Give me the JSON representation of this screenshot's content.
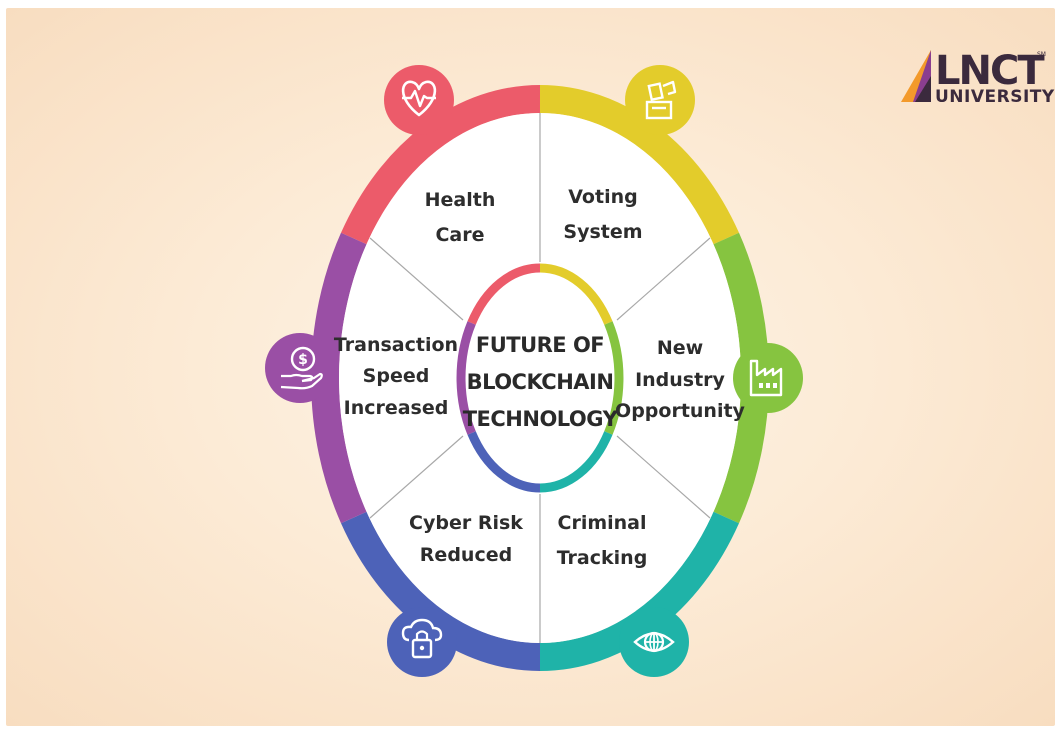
{
  "center": {
    "lines": [
      "FUTURE OF",
      "BLOCKCHAIN",
      "TECHNOLOGY"
    ]
  },
  "segments": [
    {
      "lines": [
        "Health",
        "Care"
      ],
      "color": "#ec5b6a",
      "icon": "heart-pulse-icon"
    },
    {
      "lines": [
        "Voting",
        "System"
      ],
      "color": "#e3cc2b",
      "icon": "ballot-box-icon"
    },
    {
      "lines": [
        "New",
        "Industry",
        "Opportunity"
      ],
      "color": "#86c440",
      "icon": "factory-icon"
    },
    {
      "lines": [
        "Criminal",
        "Tracking"
      ],
      "color": "#1fb3a8",
      "icon": "globe-eye-icon"
    },
    {
      "lines": [
        "Cyber Risk",
        "Reduced"
      ],
      "color": "#4d62b8",
      "icon": "cloud-lock-icon"
    },
    {
      "lines": [
        "Transaction",
        "Speed",
        "Increased"
      ],
      "color": "#9a4fa5",
      "icon": "dollar-hand-icon"
    }
  ],
  "logo": {
    "name": "LNCT",
    "subtitle": "UNIVERSITY",
    "mark": "SM",
    "colors": [
      "#f39a2b",
      "#8a3e8f",
      "#3b2a3d"
    ]
  }
}
